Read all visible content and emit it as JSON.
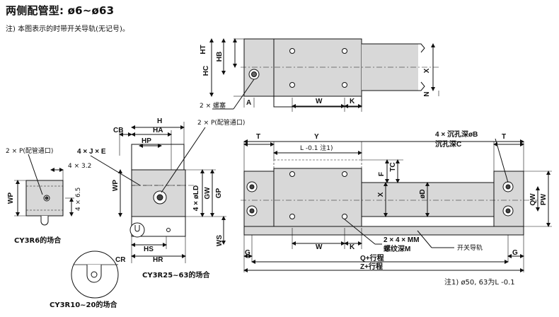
{
  "header": {
    "title": "两侧配管型: ø6~ø63",
    "note": "注) 本图表示的时带开关导轨(无记号)。",
    "footnote": "注1) ø50, 63为L -0.1"
  },
  "top_view": {
    "ht": "HT",
    "hb": "HB",
    "hc": "HC",
    "a": "A",
    "x": "X",
    "n": "N",
    "w": "W",
    "k": "K",
    "plug": "2 × 螺塞"
  },
  "cy3r6": {
    "port": "2 × P(配管通口)",
    "d1": "4 × 3.2",
    "d2": "4 × 6.5",
    "wp": "WP",
    "caption": "CY3R6的场合"
  },
  "cy3r25": {
    "h": "H",
    "cb": "CB",
    "ha": "HA",
    "hp": "HP",
    "je": "4 × J × E",
    "port": "2 × P(配管通口)",
    "wp": "WP",
    "ld": "4 × øLD",
    "gw": "GW",
    "gp": "GP",
    "ws": "WS",
    "hs": "HS",
    "cr": "CR",
    "hr": "HR",
    "caption": "CY3R25~63的场合"
  },
  "cy3r10": {
    "caption": "CY3R10~20的场合"
  },
  "front_view": {
    "t": "T",
    "y": "Y",
    "l": "L -0.1 注1)",
    "tc": "TC",
    "f": "F",
    "x": "X",
    "d": "øD",
    "qw": "QW",
    "pw": "PW",
    "w": "W",
    "k": "K",
    "g": "G",
    "mm": "2 × 4 × MM",
    "mm2": "螺纹深M",
    "hole": "4 × 沉孔深øB",
    "hole2": "沉孔深C",
    "q": "Q+行程",
    "z": "Z+行程",
    "rail": "开关导轨"
  }
}
